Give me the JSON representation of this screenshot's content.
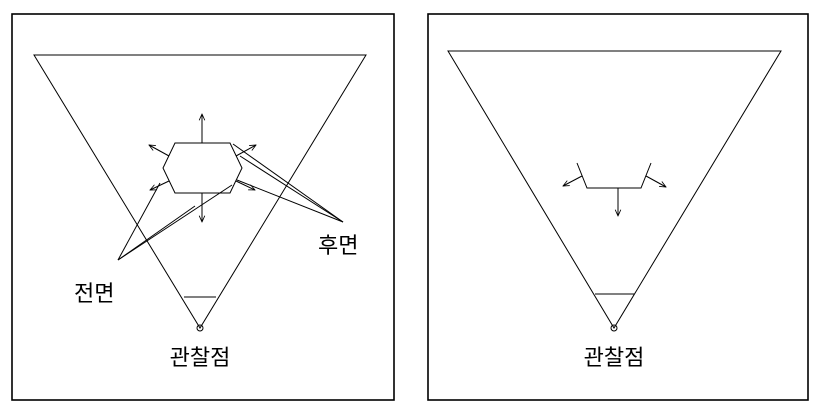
{
  "left_panel": {
    "front_label": "전면",
    "back_label": "후면",
    "viewpoint_label": "관찰점"
  },
  "right_panel": {
    "viewpoint_label": "관찰점"
  }
}
